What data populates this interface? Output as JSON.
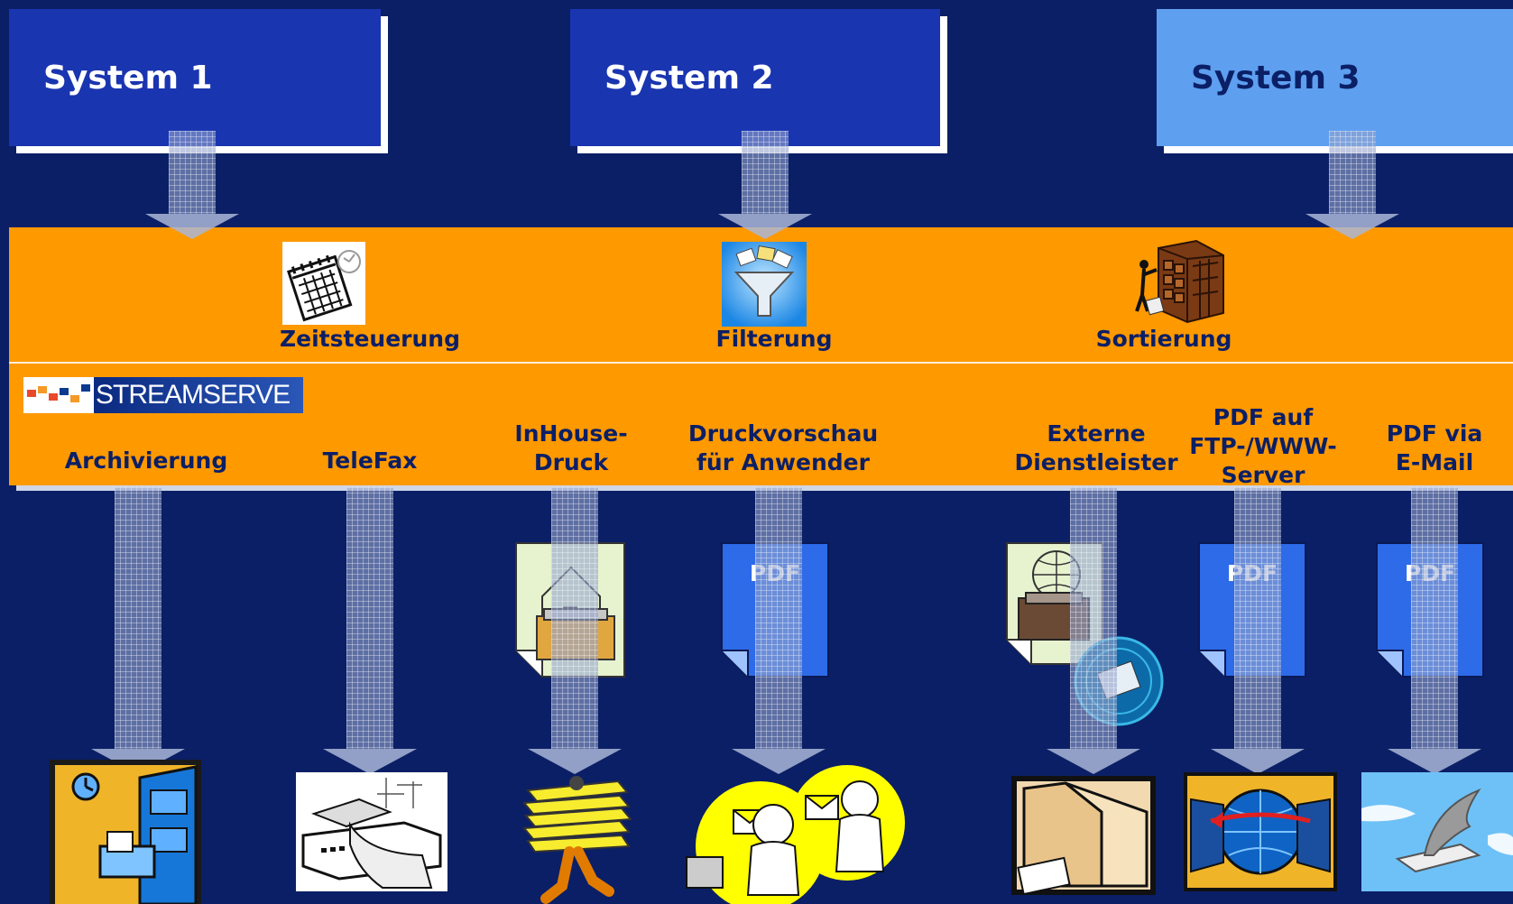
{
  "systems": [
    {
      "label": "System 1",
      "color": "#1a35b0"
    },
    {
      "label": "System 2",
      "color": "#1a35b0"
    },
    {
      "label": "System 3",
      "color": "#5e9ff0"
    }
  ],
  "processing": {
    "items": [
      {
        "label": "Zeitsteuerung",
        "icon": "calendar-icon"
      },
      {
        "label": "Filterung",
        "icon": "funnel-icon"
      },
      {
        "label": "Sortierung",
        "icon": "sorting-shelf-icon"
      }
    ]
  },
  "logo": {
    "text": "STREAMSERVE"
  },
  "outputs": [
    {
      "label": "Archivierung",
      "icon": "filing-cabinet-icon"
    },
    {
      "label": "TeleFax",
      "icon": "fax-machine-icon"
    },
    {
      "line1": "InHouse-",
      "line2": "Druck",
      "icon": "house-printer-icon",
      "icon2": "paper-stack-icon"
    },
    {
      "line1": "Druckvorschau",
      "line2": "für Anwender",
      "pdf": "PDF",
      "icon": "users-mail-icon"
    },
    {
      "line1": "Externe",
      "line2": "Dienstleister",
      "icon": "external-printer-icon",
      "icon2": "delivery-truck-icon"
    },
    {
      "line1": "PDF auf",
      "line2": "FTP-/WWW-",
      "line3": "Server",
      "pdf": "PDF",
      "icon": "web-transfer-icon"
    },
    {
      "line1": "PDF via",
      "line2": "E-Mail",
      "pdf": "PDF",
      "icon": "winged-mail-icon"
    }
  ],
  "colors": {
    "background": "#0b1f66",
    "band": "#fe9900",
    "text": "#0b1f66"
  }
}
